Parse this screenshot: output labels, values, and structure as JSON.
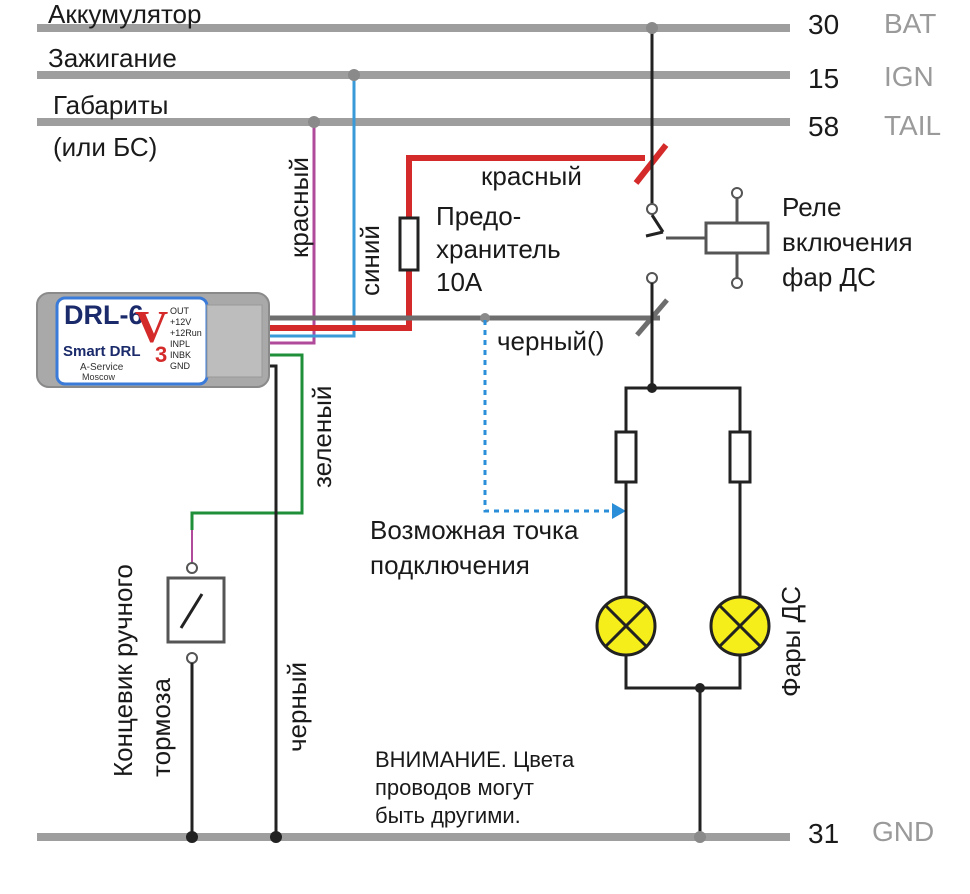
{
  "buses": {
    "bat": {
      "label": "Аккумулятор",
      "num": "30",
      "code": "BAT"
    },
    "ign": {
      "label": "Зажигание",
      "num": "15",
      "code": "IGN"
    },
    "tail": {
      "label": "Габариты",
      "label2": "(или БС)",
      "num": "58",
      "code": "TAIL"
    },
    "gnd": {
      "num": "31",
      "code": "GND"
    }
  },
  "module": {
    "name": "DRL-6",
    "sub": "Smart DRL",
    "version": "V",
    "version_num": "3",
    "maker": "A-Service",
    "city": "Moscow",
    "pins": [
      "OUT",
      "+12V",
      "+12Run",
      "INPL",
      "INBK",
      "GND"
    ]
  },
  "wires": {
    "red_vertical": "красный",
    "blue_vertical": "синий",
    "green_vertical": "зеленый",
    "black_vertical": "черный",
    "red_top": "красный",
    "black_out": "черный()"
  },
  "fuse": {
    "line1": "Предо-",
    "line2": "хранитель",
    "line3": "10А"
  },
  "relay": {
    "line1": "Реле",
    "line2": "включения",
    "line3": "фар ДС"
  },
  "alt_point": {
    "line1": "Возможная точка",
    "line2": "подключения"
  },
  "handbrake": {
    "line1": "Концевик ручного",
    "line2": "тормоза"
  },
  "lamps_label": "Фары ДС",
  "warning": {
    "line1": "ВНИМАНИЕ. Цвета",
    "line2": "проводов могут",
    "line3": "быть другими."
  },
  "colors": {
    "bus": "#9e9e9e",
    "red": "#d42a2a",
    "blue": "#3a9ad8",
    "green": "#1f8f3a",
    "purple": "#b04a9a",
    "black": "#222222",
    "lamp": "#f6ee1a",
    "dotted": "#2a8fd8"
  }
}
